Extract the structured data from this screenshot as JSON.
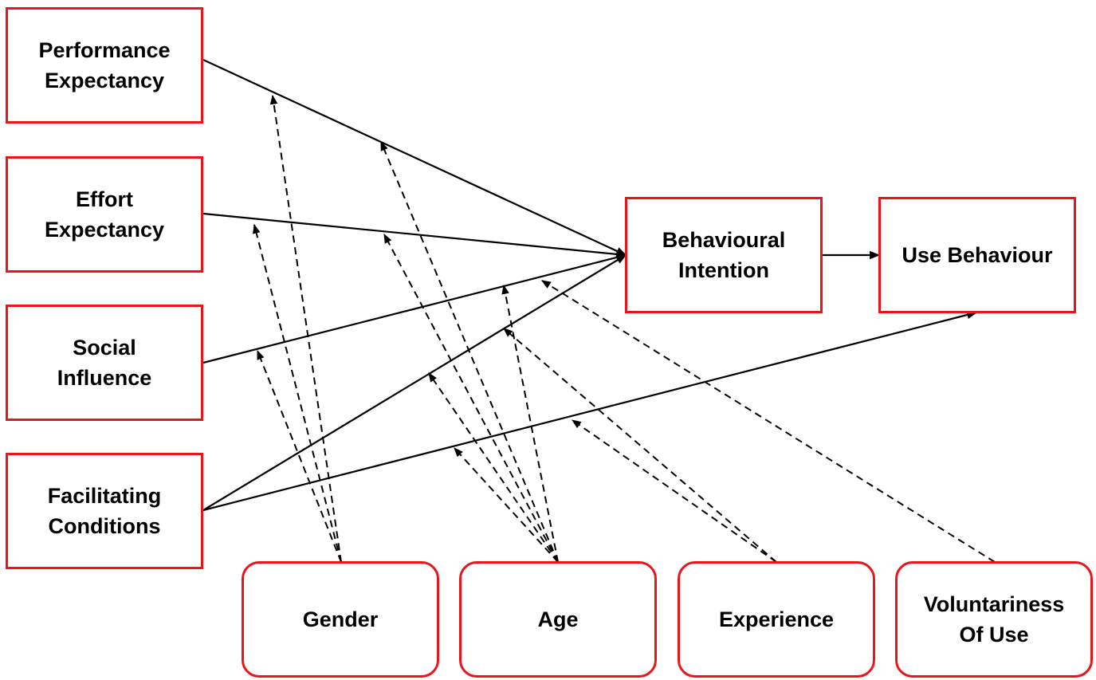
{
  "constructs": {
    "performance_expectancy": "Performance\nExpectancy",
    "effort_expectancy": "Effort\nExpectancy",
    "social_influence": "Social\nInfluence",
    "facilitating_conditions": "Facilitating\nConditions",
    "behavioural_intention": "Behavioural\nIntention",
    "use_behaviour": "Use Behaviour"
  },
  "moderators": {
    "gender": "Gender",
    "age": "Age",
    "experience": "Experience",
    "voluntariness": "Voluntariness\nOf Use"
  },
  "colors": {
    "box_border": "#e8161b",
    "line": "#000000"
  }
}
